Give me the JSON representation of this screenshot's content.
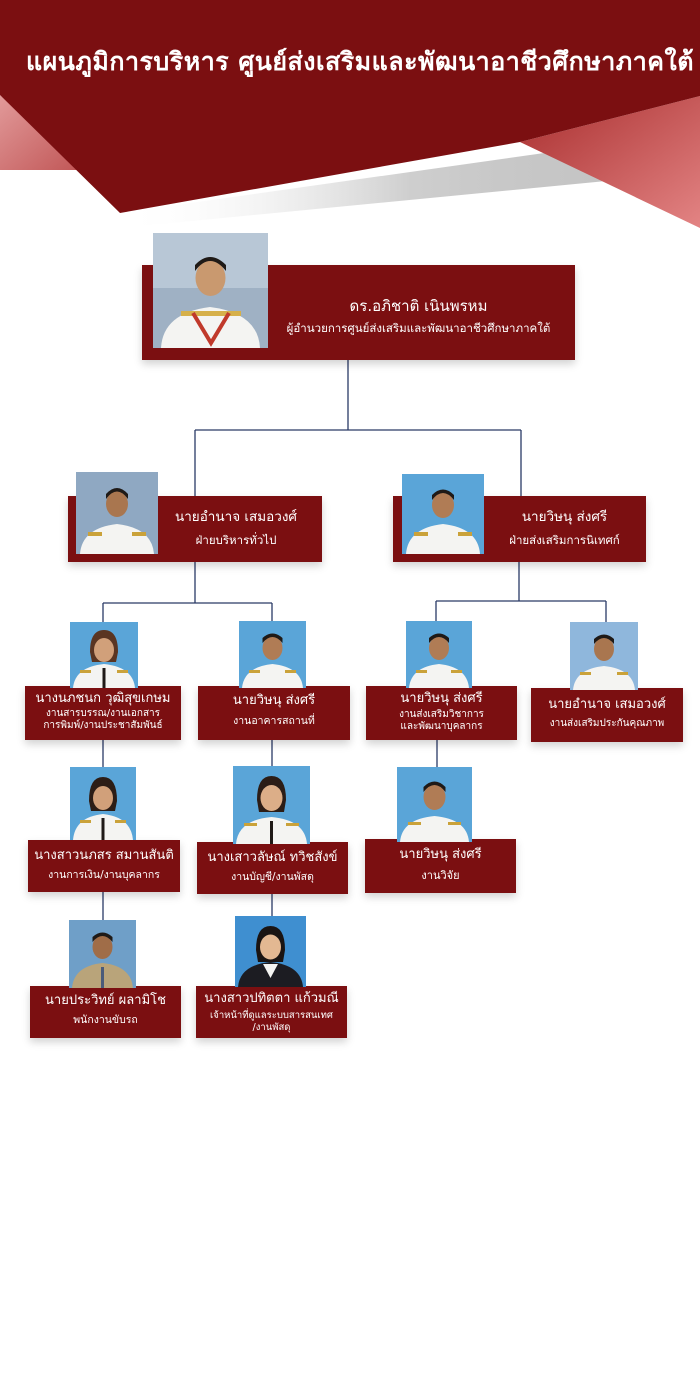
{
  "header": {
    "title": "แผนภูมิการบริหาร ศูนย์ส่งเสริมและพัฒนาอาชีวศึกษาภาคใต้"
  },
  "colors": {
    "primary": "#7b0f11",
    "accent": "#d96a6a",
    "connector": "#2a3a66"
  },
  "director": {
    "name": "ดร.อภิชาติ  เนินพรหม",
    "role": "ผู้อำนวยการศูนย์ส่งเสริมและพัฒนาอาชีวศึกษาภาคใต้"
  },
  "divisions": {
    "admin": {
      "name": "นายอำนาจ  เสมอวงศ์",
      "role": "ฝ่ายบริหารทั่วไป"
    },
    "promotion": {
      "name": "นายวิษนุ ส่งศรี",
      "role": "ฝ่ายส่งเสริมการนิเทศก์"
    }
  },
  "staff": {
    "s1": {
      "name": "นางนภชนก วุฒิสุขเกษม",
      "role1": "งานสารบรรณ/งานเอกสาร",
      "role2": "การพิมพ์/งานประชาสัมพันธ์"
    },
    "s2": {
      "name": "นายวิษนุ ส่งศรี",
      "role1": "งานอาคารสถานที่"
    },
    "s3": {
      "name": "นายวิษนุ ส่งศรี",
      "role1": "งานส่งเสริมวิชาการ",
      "role2": "และพัฒนาบุคลากร"
    },
    "s4": {
      "name": "นายอำนาจ  เสมอวงศ์",
      "role1": "งานส่งเสริมประกันคุณภาพ"
    },
    "s5": {
      "name": "นางสาวนภสร สมานสันติ",
      "role1": "งานการเงิน/งานบุคลากร"
    },
    "s6": {
      "name": "นางเสาวลัษณ์ ทวิชสังข์",
      "role1": "งานบัญชี/งานพัสดุ"
    },
    "s7": {
      "name": "นายวิษนุ ส่งศรี",
      "role1": "งานวิจัย"
    },
    "s8": {
      "name": "นายประวิทย์ ผลามิโช",
      "role1": "พนักงานขับรถ"
    },
    "s9": {
      "name": "นางสาวปทิตตา แก้วมณี",
      "role1": "เจ้าหน้าที่ดูแลระบบสารสนเทศ",
      "role2": "/งานพัสดุ"
    }
  }
}
